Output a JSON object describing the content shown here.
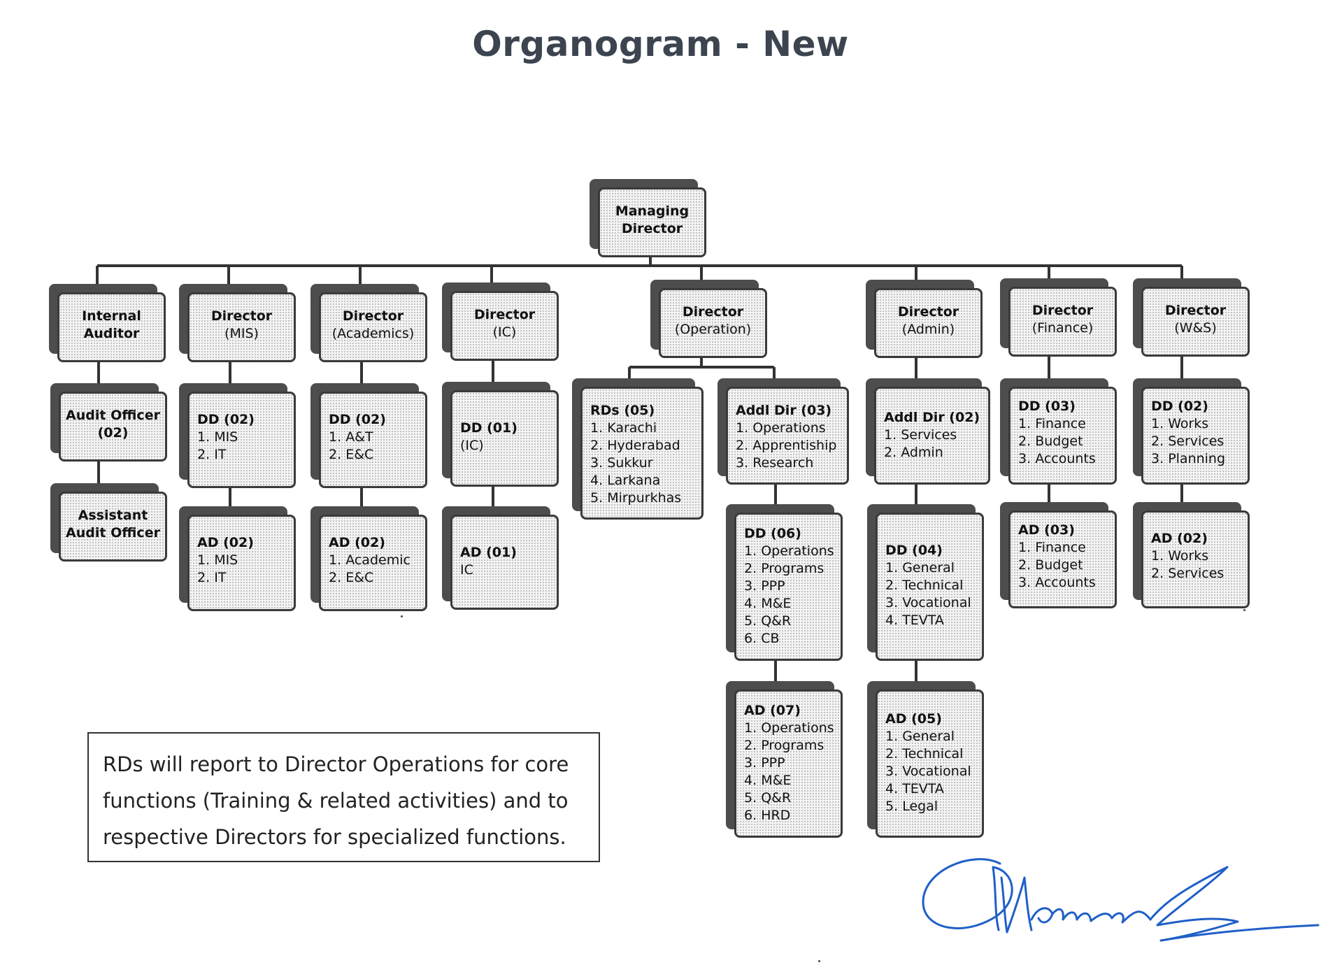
{
  "title": "Organogram - New",
  "org": {
    "managing_director": {
      "line1": "Managing",
      "line2": "Director"
    },
    "internal_auditor": {
      "line1": "Internal",
      "line2": "Auditor"
    },
    "audit_officer": {
      "line1": "Audit Officer",
      "line2": "(02)"
    },
    "assistant_audit_officer": {
      "line1": "Assistant",
      "line2": "Audit Officer"
    },
    "director_mis": {
      "line1": "Director",
      "line2": "(MIS)"
    },
    "dd_mis": {
      "head": "DD (02)",
      "items": [
        "MIS",
        "IT"
      ]
    },
    "ad_mis": {
      "head": "AD (02)",
      "items": [
        "MIS",
        "IT"
      ]
    },
    "director_academics": {
      "line1": "Director",
      "line2": "(Academics)"
    },
    "dd_academics": {
      "head": "DD (02)",
      "items": [
        "A&T",
        "E&C"
      ]
    },
    "ad_academics": {
      "head": "AD (02)",
      "items": [
        "Academic",
        "E&C"
      ]
    },
    "director_ic": {
      "line1": "Director",
      "line2": "(IC)"
    },
    "dd_ic": {
      "head": "DD (01)",
      "sub": "(IC)"
    },
    "ad_ic": {
      "head": "AD (01)",
      "sub": "IC"
    },
    "director_operation": {
      "line1": "Director",
      "line2": "(Operation)"
    },
    "rds": {
      "head": "RDs (05)",
      "items": [
        "Karachi",
        "Hyderabad",
        "Sukkur",
        "Larkana",
        "Mirpurkhas"
      ]
    },
    "addl_dir_ops": {
      "head": "Addl Dir (03)",
      "items": [
        "Operations",
        "Apprentiship",
        "Research"
      ]
    },
    "dd_ops": {
      "head": "DD (06)",
      "items": [
        "Operations",
        "Programs",
        "PPP",
        "M&E",
        "Q&R",
        "CB"
      ]
    },
    "ad_ops": {
      "head": "AD (07)",
      "items": [
        "Operations",
        "Programs",
        "PPP",
        "M&E",
        "Q&R",
        "HRD"
      ]
    },
    "director_admin": {
      "line1": "Director",
      "line2": "(Admin)"
    },
    "addl_dir_admin": {
      "head": "Addl Dir  (02)",
      "items": [
        "Services",
        "Admin"
      ]
    },
    "dd_admin": {
      "head": "DD (04)",
      "items": [
        "General",
        "Technical",
        "Vocational",
        "TEVTA"
      ]
    },
    "ad_admin": {
      "head": "AD (05)",
      "items": [
        "General",
        "Technical",
        "Vocational",
        "TEVTA",
        "Legal"
      ]
    },
    "director_finance": {
      "line1": "Director",
      "line2": "(Finance)"
    },
    "dd_finance": {
      "head": "DD (03)",
      "items": [
        "Finance",
        "Budget",
        "Accounts"
      ]
    },
    "ad_finance": {
      "head": "AD (03)",
      "items": [
        "Finance",
        "Budget",
        "Accounts"
      ]
    },
    "director_ws": {
      "line1": "Director",
      "line2": "(W&S)"
    },
    "dd_ws": {
      "head": "DD  (02)",
      "items": [
        "Works",
        "Services",
        "Planning"
      ]
    },
    "ad_ws": {
      "head": "AD (02)",
      "items": [
        "Works",
        "Services"
      ]
    }
  },
  "note": {
    "line1": "RDs will report to Director Operations for core",
    "line2": "functions (Training & related activities) and to",
    "line3": "respective Directors for specialized functions."
  },
  "colors": {
    "box_border": "#3a3a3a",
    "box_shadow": "#4d4d4d",
    "title": "#3b444f",
    "signature": "#1f5fc8"
  }
}
